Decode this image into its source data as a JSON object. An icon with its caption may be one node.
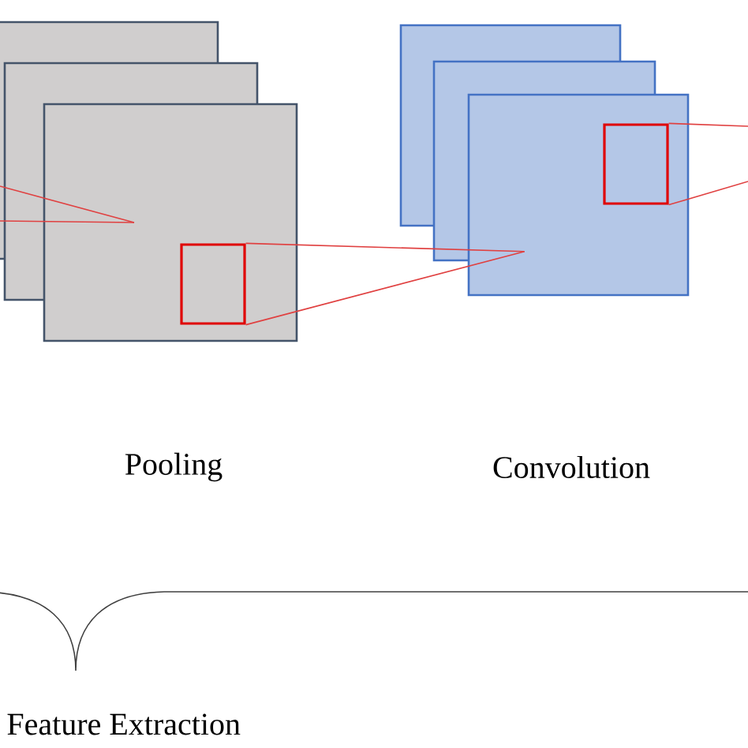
{
  "diagram": {
    "nodes": [
      {
        "text": [],
        "shape": "box"
      },
      {
        "text": [],
        "shape": "box"
      },
      {
        "text": [],
        "shape": "box"
      },
      {
        "text": [],
        "shape": "box",
        "in": 2
      },
      {
        "text": [],
        "shape": "box"
      },
      {
        "text": [],
        "shape": "box"
      },
      {
        "text": [],
        "shape": "box"
      },
      {
        "text": [],
        "shape": "box",
        "in": 6
      }
    ],
    "edges": [
      {
        "from": 3,
        "to": 5,
        "arrow": "none"
      },
      {
        "from": 3,
        "to": 5,
        "arrow": "none"
      },
      {
        "from": 7,
        "to": null,
        "arrow": "none"
      },
      {
        "from": 7,
        "to": null,
        "arrow": "none"
      }
    ],
    "labels": [
      "Pooling",
      "Convolution",
      "Feature Extraction"
    ]
  }
}
